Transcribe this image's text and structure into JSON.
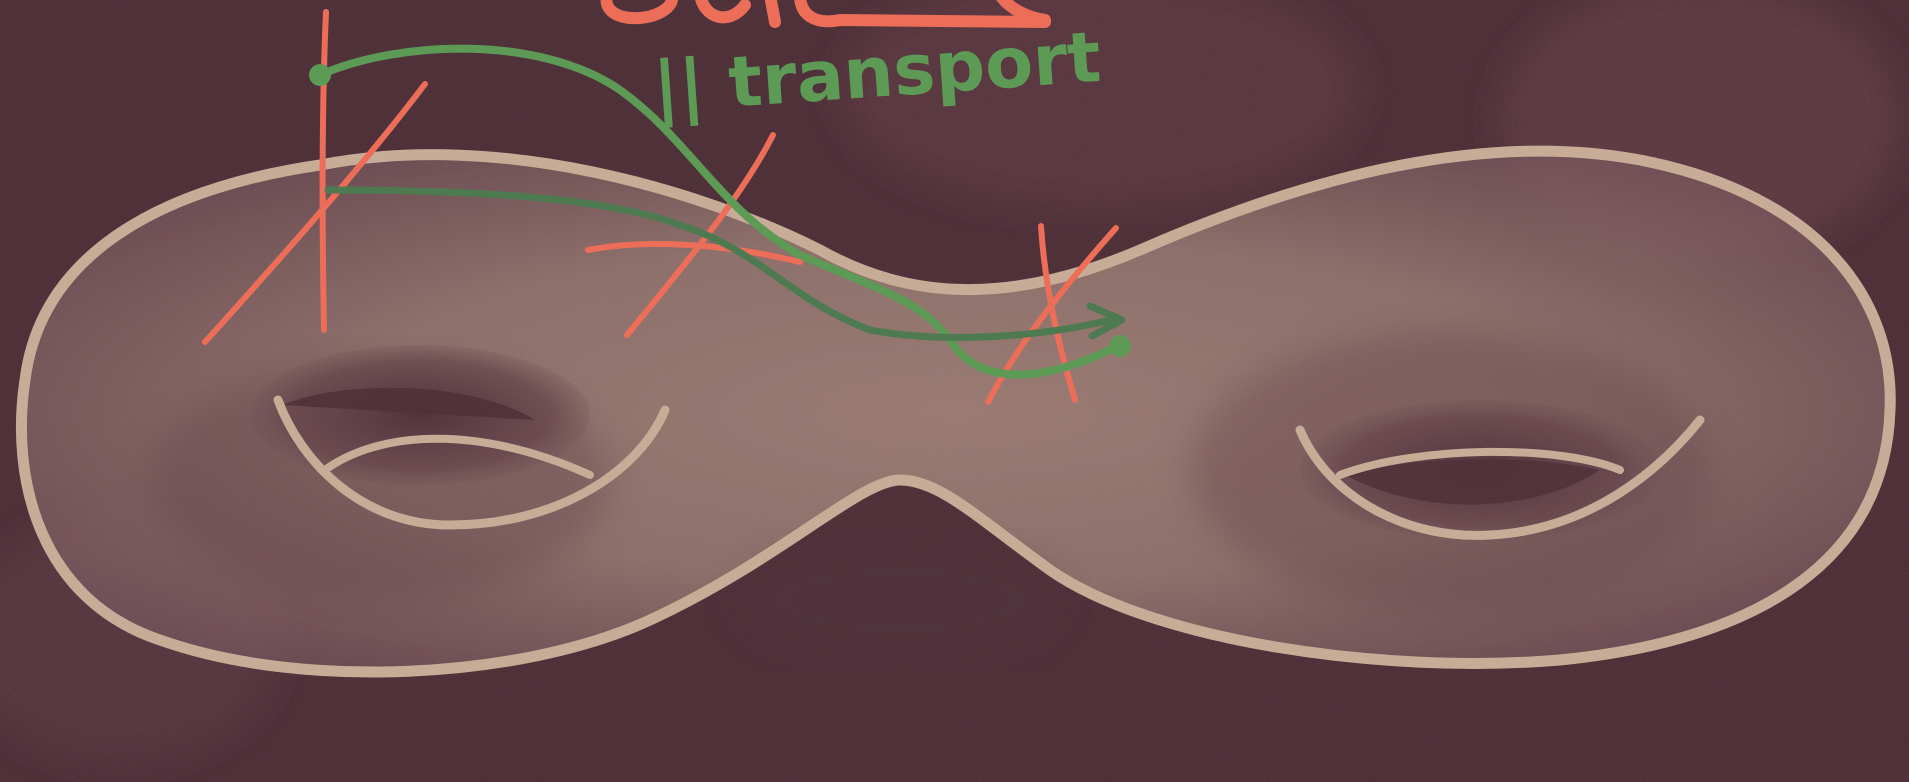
{
  "labels": {
    "top_red_fragment": "curvature",
    "green_annotation": "|| transport"
  },
  "colors": {
    "background": "#4a2a33",
    "background_shade": "#56323b",
    "surface_outline": "#c8ab95",
    "surface_fill_light": "#b8998a",
    "surface_fill_dark": "#5b3840",
    "frame_red": "#ec6e58",
    "path_green": "#5c9a56",
    "path_green_dark": "#4e7a52"
  },
  "shapes": {
    "surface": "genus-2 surface (double torus)",
    "frames": 3,
    "paths": 2
  }
}
